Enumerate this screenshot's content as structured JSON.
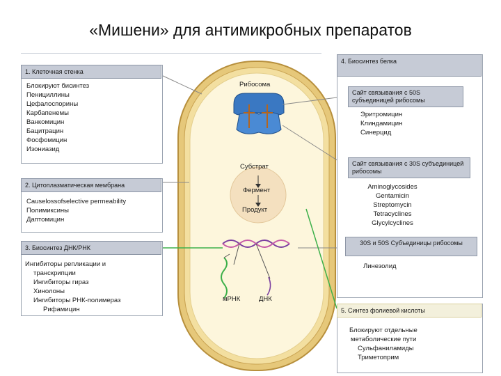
{
  "title": "«Мишени» для антимикробных препаратов",
  "sections": {
    "cell_wall": {
      "header": "1. Клеточная стенка",
      "items": [
        "Блокируют бисинтез",
        "Пенициллины",
        "Цефалоспорины",
        "Карбапенемы",
        "Ванкомицин",
        "Бацитрацин",
        "Фосфомицин",
        "Изониазид"
      ]
    },
    "membrane": {
      "header": "2. Цитоплазматическая мембрана",
      "items": [
        "Causelossofselective permeability",
        "Полимиксины",
        "Даптомицин"
      ]
    },
    "dna_rna": {
      "header": "3. Биосинтез ДНК/РНК",
      "items": [
        "Ингибиторы репликации и",
        "транскрипции",
        "Ингибиторы гираз",
        "Хинолоны",
        "Ингибиторы РНК-полимераз",
        "Рифамицин"
      ]
    },
    "protein": {
      "header": "4. Биосинтез белка",
      "site50": "Сайт связывания с 50S субъединицей рибосомы",
      "drugs50": [
        "Эритромицин",
        "Клиндамицин",
        "Синерцид"
      ],
      "site30": "Сайт связывания с 30S субъединицей рибосомы",
      "drugs30": [
        "Aminoglycosides",
        "Gentamicin",
        "Streptomycin",
        "Tetracyclines",
        "Glycylcyclines"
      ],
      "site_both": "30S и 50S Субъединицы рибосомы",
      "drug_both": "Линезолид"
    },
    "folate": {
      "header": "5. Синтез фолиевой кислоты",
      "items": [
        "Блокируют отдельные",
        "метаболические пути",
        "Сульфаниламиды",
        "Триметоприм"
      ]
    }
  },
  "cell_labels": {
    "ribosome": "Рибосома",
    "substrate": "Субстрат",
    "enzyme": "Фермент",
    "product": "Продукт",
    "mrna": "мРНК",
    "dna": "ДНК"
  },
  "colors": {
    "header_bg": "#c6cbd6",
    "cell_wall_outer": "#e7cd82",
    "cytoplasm": "#fdf6dc",
    "ribosome": "#3a78c2",
    "connector_line": "#3db04a"
  }
}
